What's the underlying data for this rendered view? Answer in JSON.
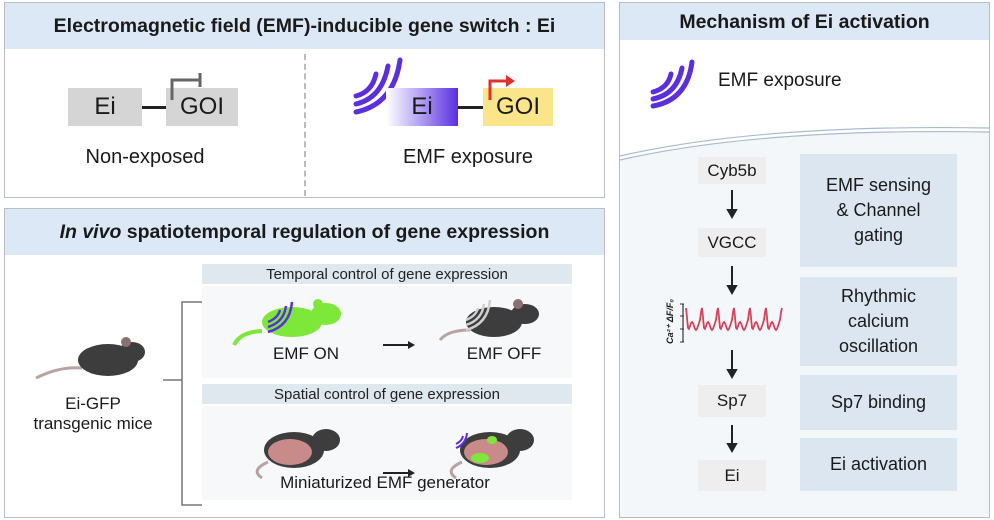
{
  "panel_switch": {
    "title": "Electromagnetic field (EMF)-inducible gene switch : Ei",
    "left": {
      "promoter": "Ei",
      "gene": "GOI",
      "caption": "Non-exposed"
    },
    "right": {
      "promoter": "Ei",
      "gene": "GOI",
      "caption": "EMF exposure"
    }
  },
  "panel_invivo": {
    "title_italic": "In vivo",
    "title_rest": " spatiotemporal regulation of gene expression",
    "mouse_label_1": "Ei-GFP",
    "mouse_label_2": "transgenic mice",
    "temporal": {
      "header": "Temporal control of gene expression",
      "on": "EMF ON",
      "off": "EMF OFF"
    },
    "spatial": {
      "header": "Spatial control of gene expression",
      "caption": "Miniaturized EMF generator"
    }
  },
  "panel_mechanism": {
    "title": "Mechanism of Ei activation",
    "exposure": "EMF exposure",
    "steps": [
      "Cyb5b",
      "VGCC",
      "Sp7",
      "Ei"
    ],
    "trace_ylabel": "Ca²⁺ ΔF/F₀",
    "descriptions": [
      "EMF sensing\n& Channel\ngating",
      "Rhythmic\ncalcium\noscillation",
      "Sp7 binding",
      "Ei activation"
    ]
  },
  "colors": {
    "header": "#dce8f5",
    "emf_purple": "#5b2ee0",
    "goi_yellow": "#fbe58a",
    "gfp_green": "#7ee83a",
    "activation_red": "#e0302a",
    "calcium_trace": "#d9415a"
  }
}
